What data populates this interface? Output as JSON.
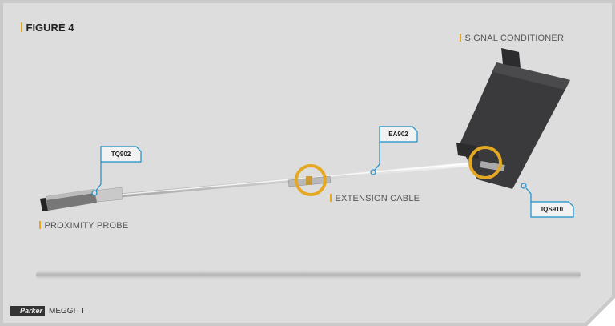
{
  "figure_label": "FIGURE 4",
  "labels": {
    "signal_conditioner": "SIGNAL CONDITIONER",
    "proximity_probe": "PROXIMITY PROBE",
    "extension_cable": "EXTENSION CABLE"
  },
  "tags": {
    "probe": "TQ902",
    "cable": "EA902",
    "conditioner": "IQS910"
  },
  "logo": {
    "parker": "Parker",
    "meggitt": "MEGGITT"
  },
  "colors": {
    "accent": "#e5a823",
    "callout": "#1a8fc9",
    "background": "#dcdcdc"
  }
}
